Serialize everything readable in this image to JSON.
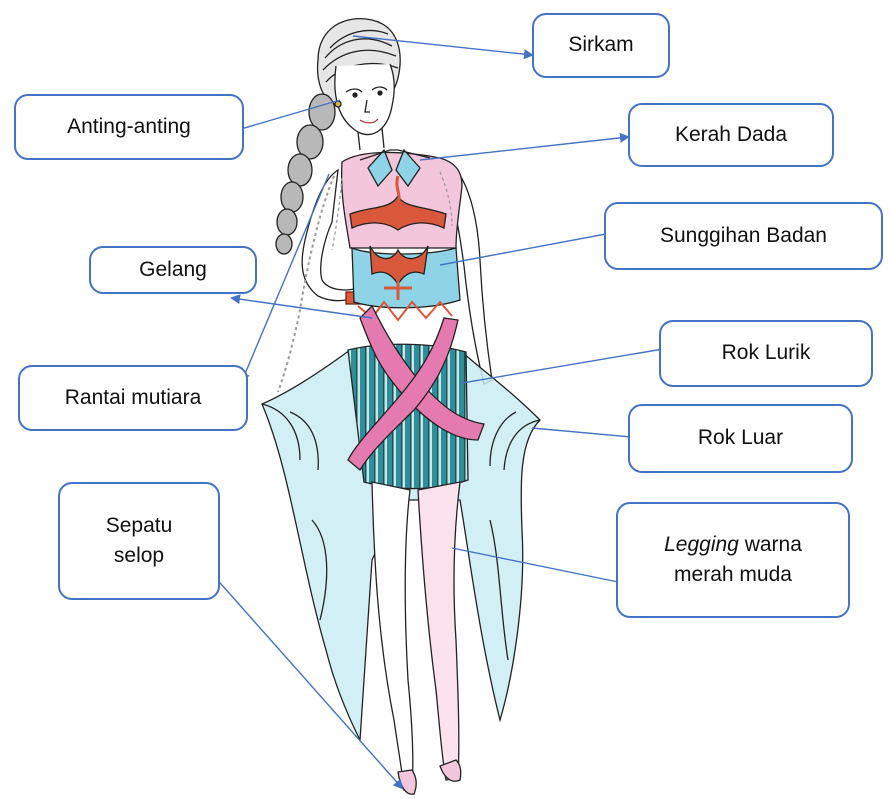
{
  "diagram": {
    "colors": {
      "arrow": "#4472c4",
      "box_border": "#4472c4",
      "text": "#111111",
      "bodice_pink": "#f3c6dc",
      "ornament_red": "#d9573b",
      "belt_blue": "#8fd3e6",
      "skirt_teal": "#2f8f98",
      "overskirt_aqua": "#c9ecf2",
      "sash_pink": "#e47ab0",
      "hair_grey": "#9a9a9a"
    },
    "figure": {
      "subject": "fashion-sketch-woman-in-dress"
    },
    "labels": {
      "sirkam": "Sirkam",
      "anting": "Anting-anting",
      "kerah": "Kerah Dada",
      "sunggihan": "Sunggihan Badan",
      "gelang": "Gelang",
      "rantai": "Rantai mutiara",
      "roklurik": "Rok Lurik",
      "rokluar": "Rok Luar",
      "sepatu_line1": "Sepatu",
      "sepatu_line2": "selop",
      "legging_italic": "Legging",
      "legging_rest": " warna",
      "legging_line2": "merah muda"
    }
  }
}
